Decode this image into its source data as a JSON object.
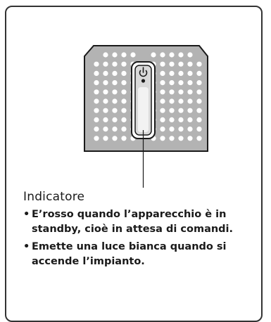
{
  "manual": {
    "title": "Indicatore",
    "bullets": [
      {
        "dot": "•",
        "text": "E’rosso quando l’apparecchio è in standby, cioè in attesa di comandi."
      },
      {
        "dot": "•",
        "text": "Emette una luce bianca quando si accende l’impianto."
      }
    ]
  },
  "device": {
    "icons": [
      "power-icon"
    ],
    "colors": {
      "panel": "#b3b3b3",
      "dots": "#ffffff",
      "outline": "#1a1a1a"
    }
  }
}
